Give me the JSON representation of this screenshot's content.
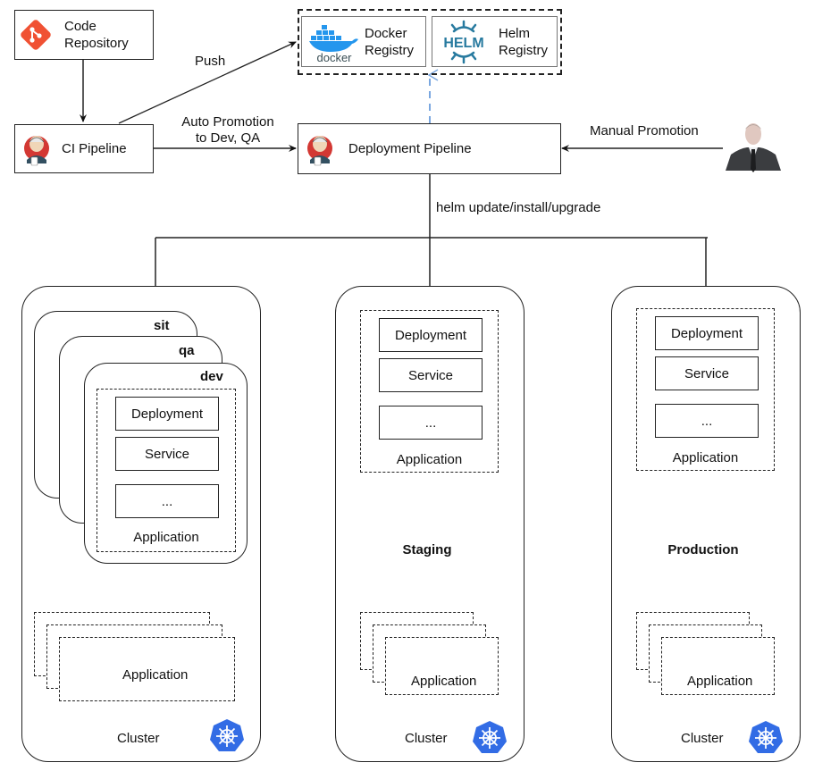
{
  "code_repository": {
    "label_line1": "Code",
    "label_line2": "Repository",
    "icon": "git-icon",
    "icon_color": "#f05133"
  },
  "ci_pipeline": {
    "label": "CI Pipeline",
    "icon": "jenkins-icon"
  },
  "deployment_pipeline": {
    "label": "Deployment Pipeline",
    "icon": "jenkins-icon"
  },
  "registries": {
    "docker": {
      "label_line1": "Docker",
      "label_line2": "Registry",
      "icon": "docker-icon",
      "icon_text": "docker",
      "icon_color": "#2496ed"
    },
    "helm": {
      "label_line1": "Helm",
      "label_line2": "Registry",
      "icon": "helm-icon",
      "icon_text": "HELM",
      "icon_color": "#277a9f"
    }
  },
  "edges": {
    "push": "Push",
    "auto_promotion_line1": "Auto Promotion",
    "auto_promotion_line2": "to Dev, QA",
    "manual_promotion": "Manual Promotion",
    "helm_command": "helm update/install/upgrade"
  },
  "user": {
    "icon": "person-icon"
  },
  "clusters": [
    {
      "name": "dev-cluster",
      "label": "Cluster",
      "environments": [
        "sit",
        "qa",
        "dev"
      ],
      "application": {
        "items": [
          "Deployment",
          "Service",
          "..."
        ],
        "label": "Application"
      },
      "stacked_application_label": "Application"
    },
    {
      "name": "staging-cluster",
      "label": "Cluster",
      "environment_label": "Staging",
      "application": {
        "items": [
          "Deployment",
          "Service",
          "..."
        ],
        "label": "Application"
      },
      "stacked_application_label": "Application"
    },
    {
      "name": "production-cluster",
      "label": "Cluster",
      "environment_label": "Production",
      "application": {
        "items": [
          "Deployment",
          "Service",
          "..."
        ],
        "label": "Application"
      },
      "stacked_application_label": "Application"
    }
  ],
  "colors": {
    "kubernetes": "#326ce5",
    "registry_link": "#7aa7e0",
    "line": "#222222"
  }
}
